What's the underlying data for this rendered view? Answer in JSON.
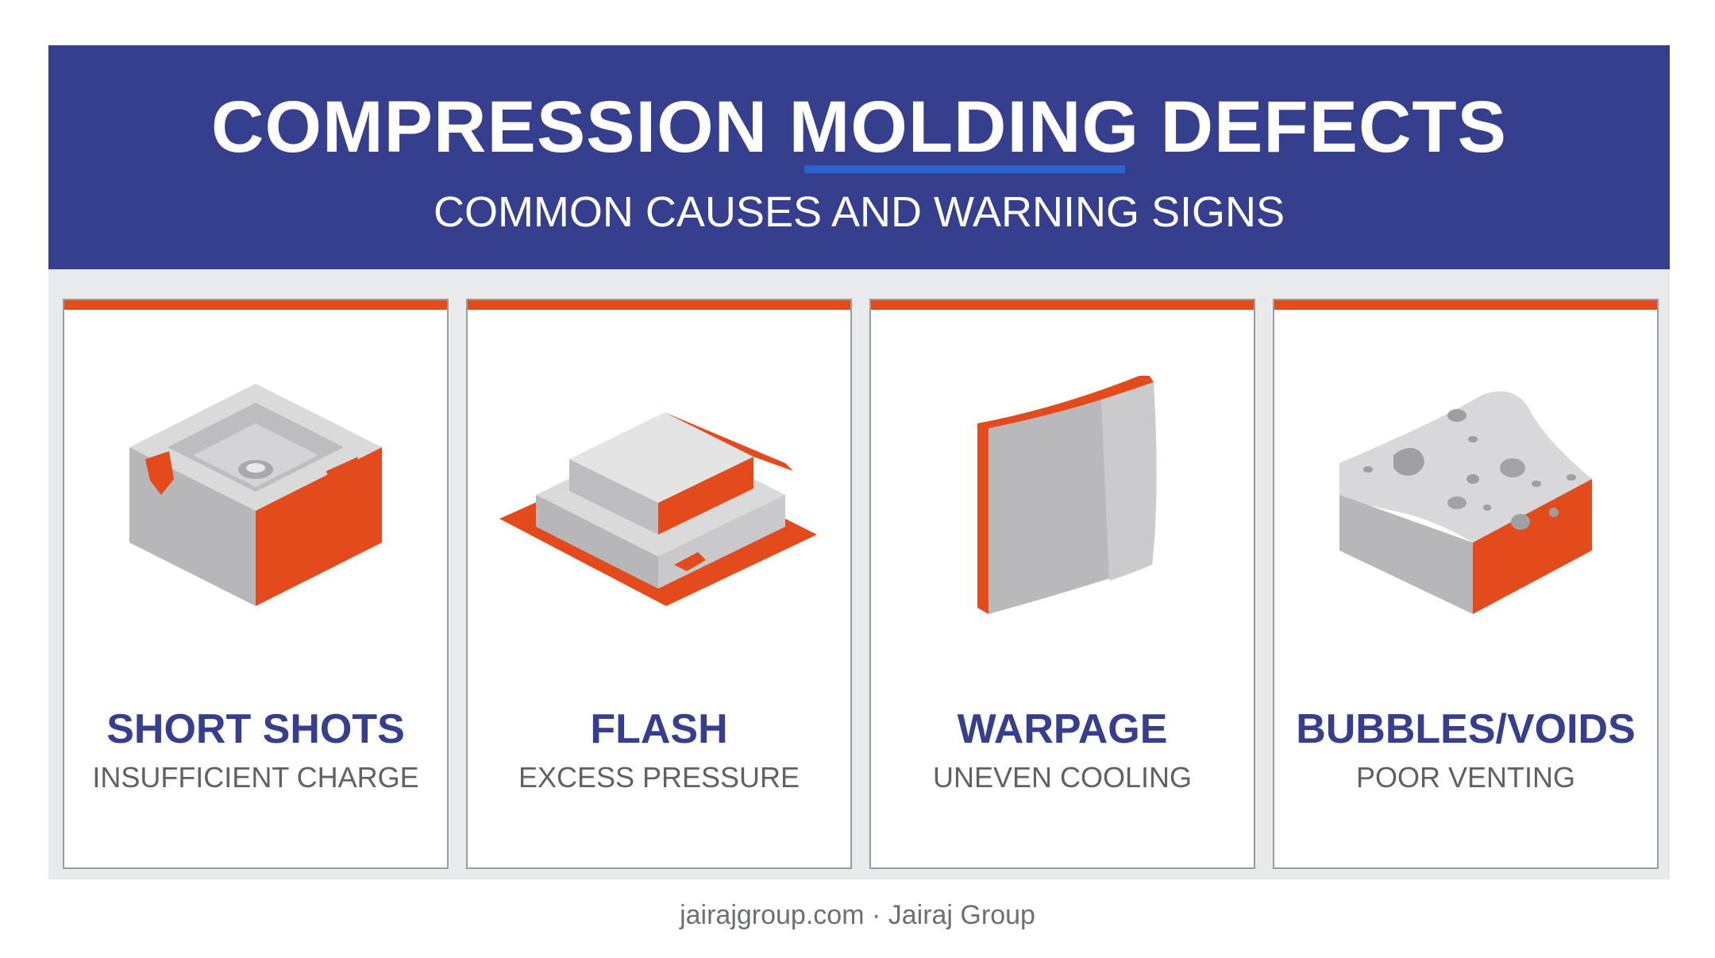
{
  "header": {
    "title": "COMPRESSION MOLDING DEFECTS",
    "subtitle": "COMMON CAUSES AND WARNING SIGNS"
  },
  "cards": [
    {
      "title": "SHORT SHOTS",
      "cause": "INSUFFICIENT CHARGE",
      "icon": "incomplete-part-icon"
    },
    {
      "title": "FLASH",
      "cause": "EXCESS PRESSURE",
      "icon": "flash-edge-icon"
    },
    {
      "title": "WARPAGE",
      "cause": "UNEVEN COOLING",
      "icon": "warped-panel-icon"
    },
    {
      "title": "BUBBLES/VOIDS",
      "cause": "POOR VENTING",
      "icon": "porous-block-icon"
    }
  ],
  "footer": {
    "text": "jairajgroup.com · Jairaj Group"
  },
  "colors": {
    "banner": "#353f8e",
    "accent": "#e34a1c",
    "underline": "#2a63cf",
    "panel": "#e9eaec"
  }
}
